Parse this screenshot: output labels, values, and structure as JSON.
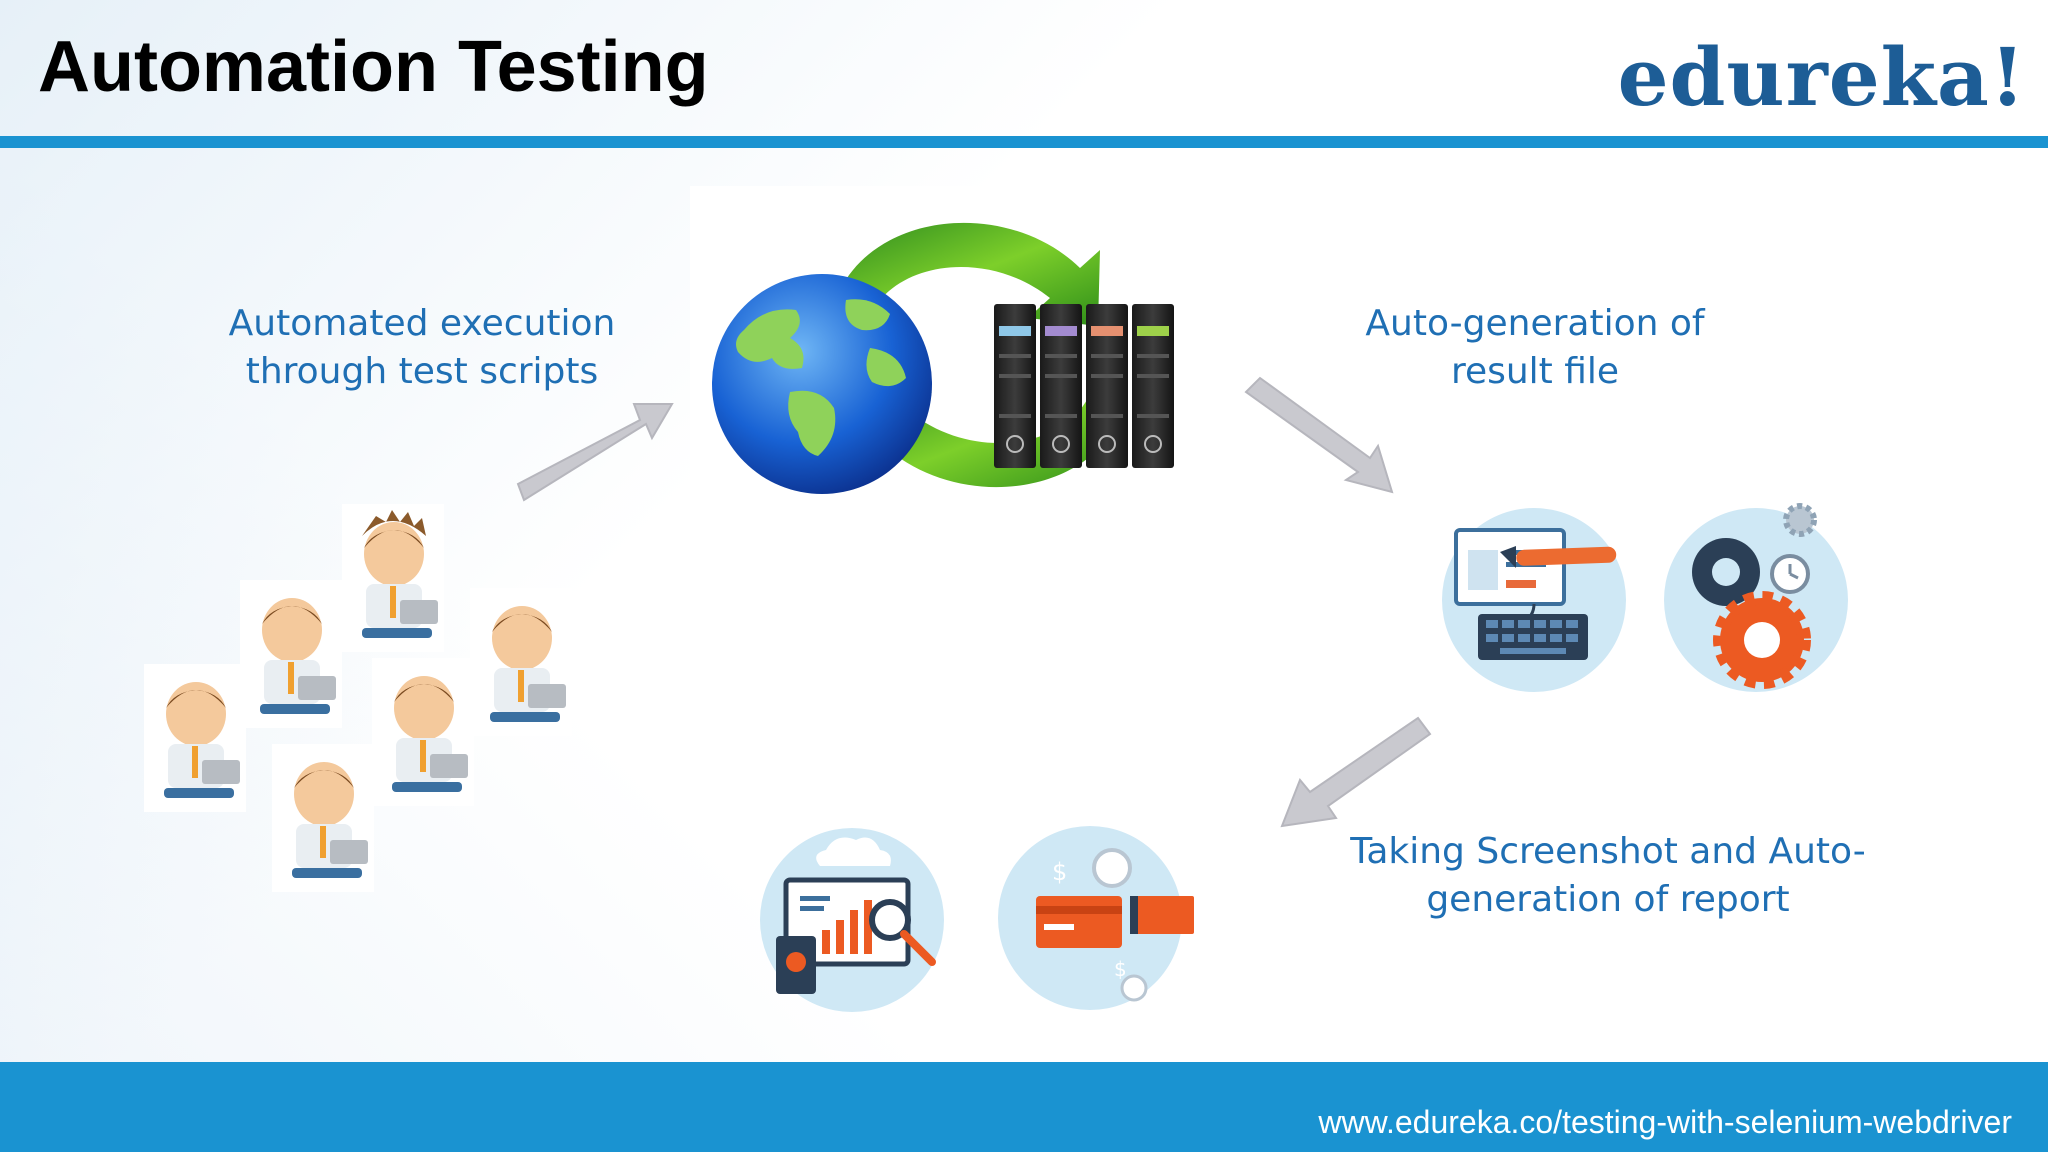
{
  "slide": {
    "title": "Automation Testing",
    "logo_text": "edureka!",
    "footer_url": "www.edureka.co/testing-with-selenium-webdriver"
  },
  "captions": {
    "execution": {
      "line1": "Automated execution",
      "line2": "through test scripts"
    },
    "result_file": {
      "line1": "Auto-generation of",
      "line2": "result file"
    },
    "report": {
      "line1": "Taking Screenshot and Auto-",
      "line2": "generation of report"
    }
  },
  "icons": [
    "testers-group-icon",
    "globe-icon",
    "refresh-cycle-icon",
    "server-rack-icon",
    "keyboard-document-pen-icon",
    "gears-icon",
    "analytics-magnifier-icon",
    "credit-card-payment-icon"
  ],
  "colors": {
    "accent_blue": "#1a93d1",
    "caption_blue": "#1f6fb4",
    "logo_blue": "#1d5d96",
    "arrow_gray": "#c9c9cf"
  }
}
